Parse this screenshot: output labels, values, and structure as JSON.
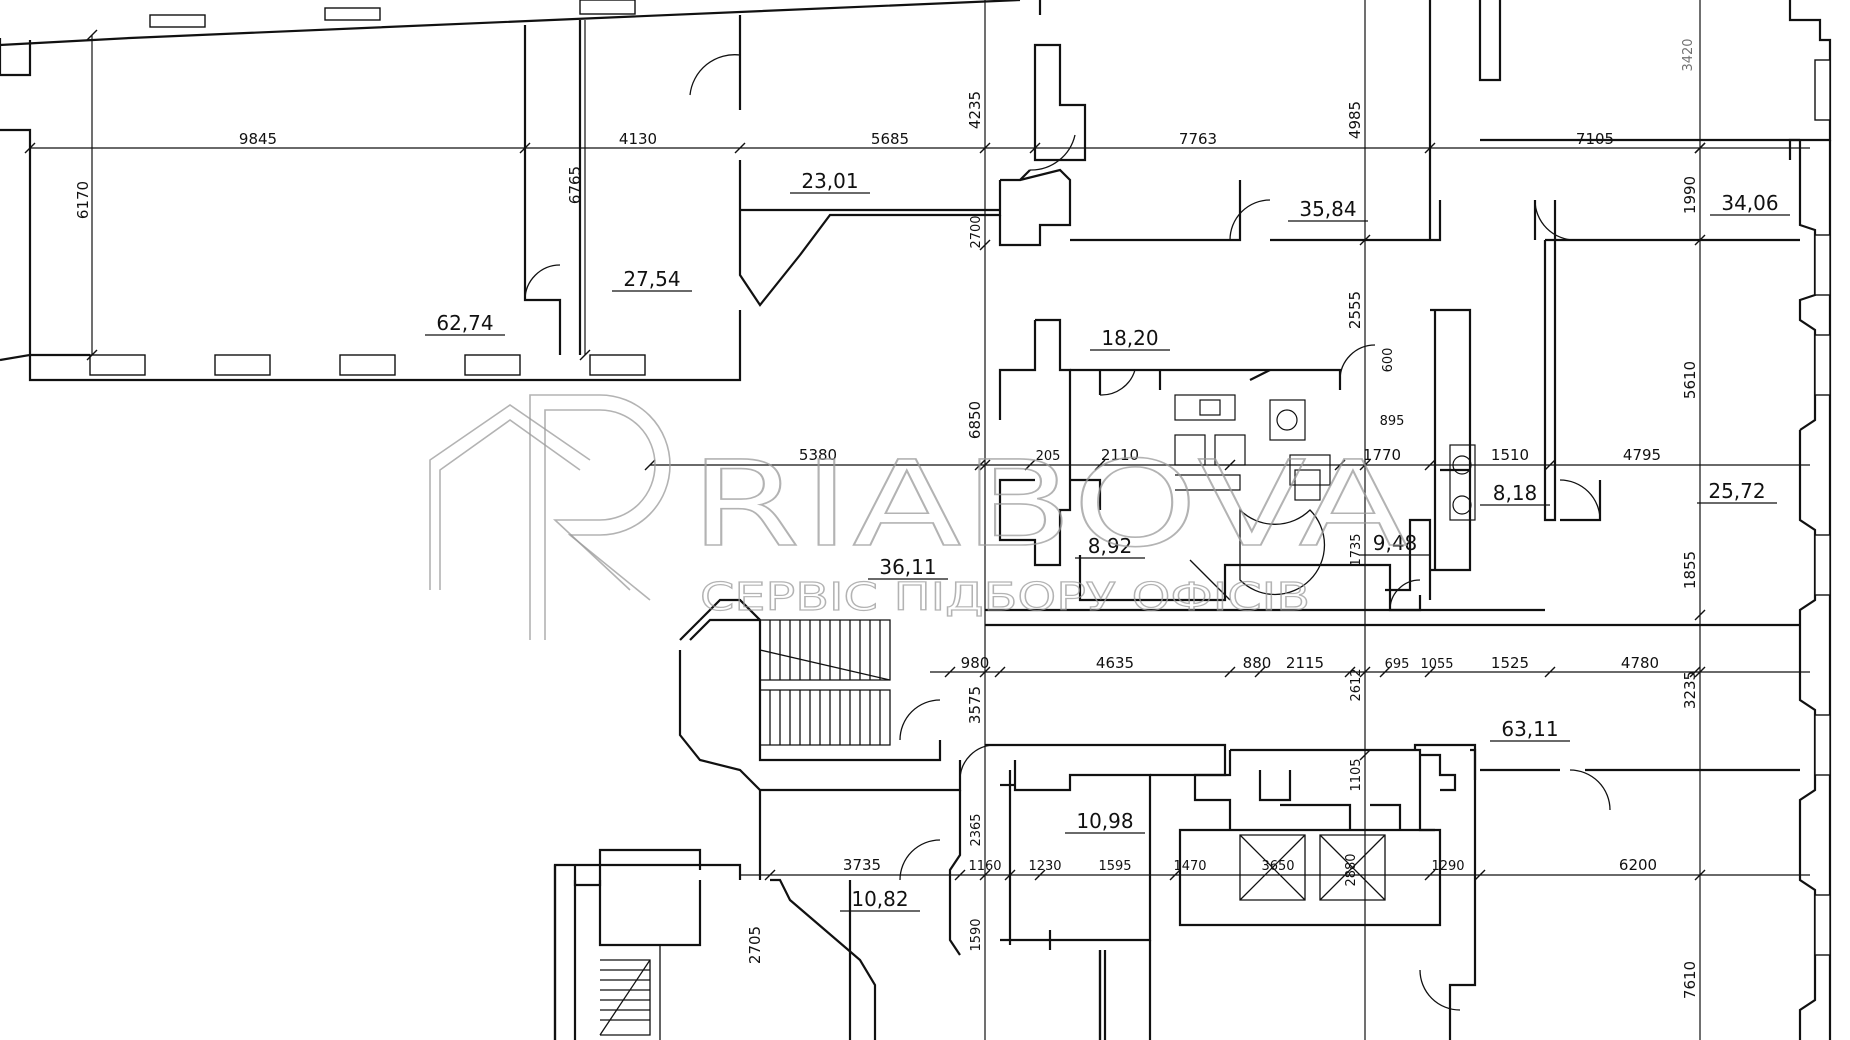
{
  "watermark": {
    "brand": "RIABOVA",
    "tagline": "СЕРВІС ПІДБОРУ ОФІСІВ"
  },
  "rooms": [
    {
      "area": "62,74"
    },
    {
      "area": "27,54"
    },
    {
      "area": "23,01"
    },
    {
      "area": "35,84"
    },
    {
      "area": "34,06"
    },
    {
      "area": "18,20"
    },
    {
      "area": "8,92"
    },
    {
      "area": "9,48"
    },
    {
      "area": "8,18"
    },
    {
      "area": "25,72"
    },
    {
      "area": "36,11"
    },
    {
      "area": "63,11"
    },
    {
      "area": "10,98"
    },
    {
      "area": "10,82"
    }
  ],
  "dimensions": [
    "9845",
    "4130",
    "5685",
    "7763",
    "7105",
    "6170",
    "6765",
    "4235",
    "4985",
    "3420",
    "1990",
    "5380",
    "205",
    "2110",
    "1770",
    "1510",
    "4795",
    "895",
    "6850",
    "2555",
    "5610",
    "1735",
    "1855",
    "980",
    "4635",
    "880",
    "2115",
    "695",
    "1055",
    "1525",
    "4780",
    "3575",
    "2612",
    "3235",
    "3735",
    "1160",
    "1230",
    "1595",
    "1470",
    "3650",
    "2880",
    "1290",
    "6200",
    "2365",
    "1105",
    "2705",
    "1590",
    "7610",
    "2700",
    "600"
  ]
}
